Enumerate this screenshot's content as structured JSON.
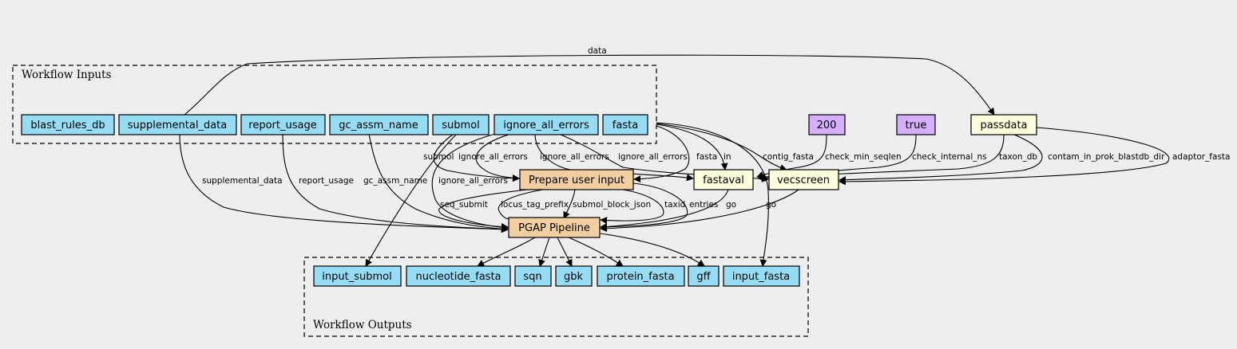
{
  "colors": {
    "background": "#eeeeee",
    "io_node": "#94ddf4",
    "step_node": "#f3cea1",
    "passthrough_node": "#ffffdd",
    "constant_node": "#d5aefc"
  },
  "clusters": {
    "inputs_title": "Workflow Inputs",
    "outputs_title": "Workflow Outputs"
  },
  "nodes": {
    "blast_rules_db": "blast_rules_db",
    "supplemental_data": "supplemental_data",
    "report_usage": "report_usage",
    "gc_assm_name": "gc_assm_name",
    "submol": "submol",
    "ignore_all_errors": "ignore_all_errors",
    "fasta": "fasta",
    "c200": "200",
    "ctrue": "true",
    "passdata": "passdata",
    "prepare": "Prepare user input",
    "fastaval": "fastaval",
    "vecscreen": "vecscreen",
    "pgap": "PGAP Pipeline",
    "out_input_submol": "input_submol",
    "out_nucleotide_fasta": "nucleotide_fasta",
    "out_sqn": "sqn",
    "out_gbk": "gbk",
    "out_protein_fasta": "protein_fasta",
    "out_gff": "gff",
    "out_input_fasta": "input_fasta"
  },
  "edge_labels": {
    "data": "data",
    "submol": "submol",
    "ignore_all_errors_1": "ignore_all_errors",
    "ignore_all_errors_2": "ignore_all_errors",
    "ignore_all_errors_3": "ignore_all_errors",
    "ignore_all_errors_4": "ignore_all_errors",
    "fasta": "fasta",
    "in": "in",
    "contig_fasta": "contig_fasta",
    "check_min_seqlen": "check_min_seqlen",
    "check_internal_ns": "check_internal_ns",
    "taxon_db": "taxon_db",
    "contam_in_prok_blastdb_dir": "contam_in_prok_blastdb_dir",
    "adaptor_fasta": "adaptor_fasta",
    "supplemental_data": "supplemental_data",
    "report_usage": "report_usage",
    "gc_assm_name": "gc_assm_name",
    "seq_submit": "seq_submit",
    "locus_tag_prefix": "locus_tag_prefix",
    "submol_block_json": "submol_block_json",
    "taxid": "taxid",
    "entries": "entries",
    "go_1": "go",
    "go_2": "go"
  }
}
